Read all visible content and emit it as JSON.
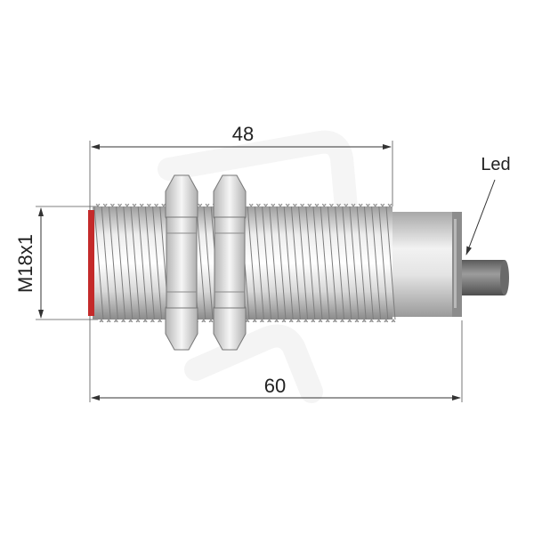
{
  "dimensions": {
    "thread_length": "48",
    "total_length": "60",
    "thread_size": "M18x1"
  },
  "labels": {
    "led": "Led"
  },
  "colors": {
    "sensing_face": "#c42a2a",
    "body_metal": "#d6d6d6",
    "cap": "#c8c8c8",
    "cable": "#7a7a7a",
    "watermark": "#ececec"
  }
}
